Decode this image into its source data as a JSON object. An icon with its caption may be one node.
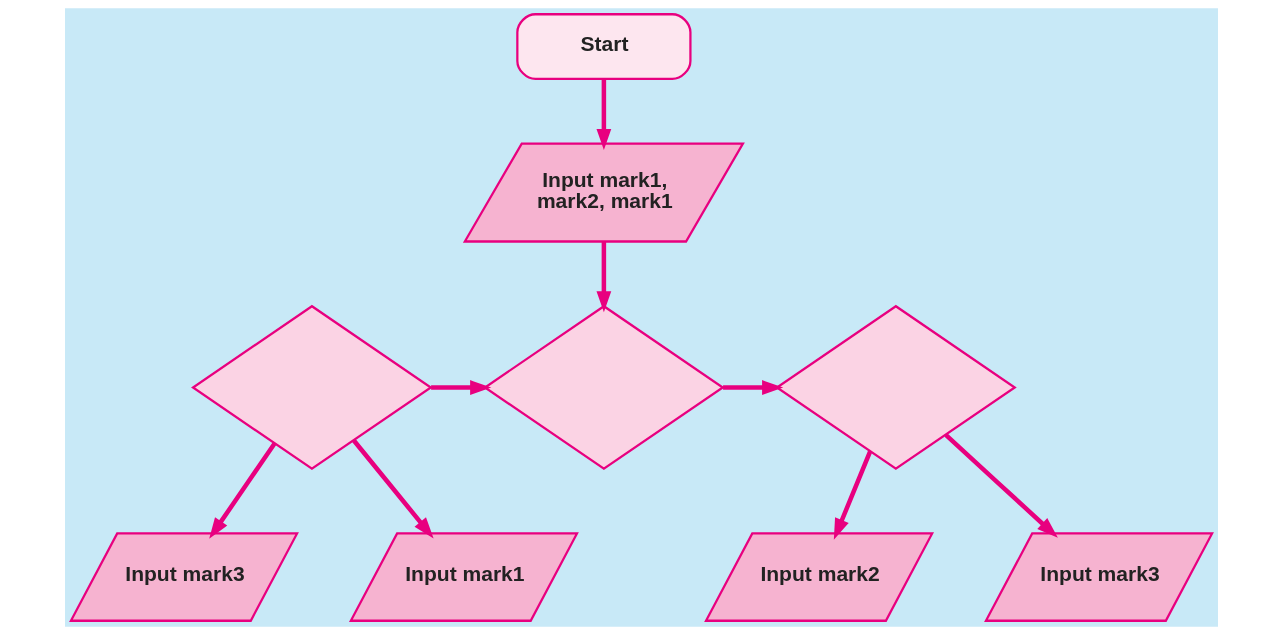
{
  "diagram": {
    "nodes": [
      {
        "text": [
          "Start"
        ]
      },
      {
        "text": [
          "Input mark1, mark2, mark1"
        ]
      },
      {
        "text": [],
        "shape": "diamond"
      },
      {
        "text": [],
        "shape": "diamond"
      },
      {
        "text": [],
        "shape": "diamond"
      },
      {
        "text": [
          "Input mark3"
        ]
      },
      {
        "text": [
          "Input mark1"
        ]
      },
      {
        "text": [
          "Input mark2"
        ]
      },
      {
        "text": [
          "Input mark3"
        ]
      }
    ],
    "edges": [
      {
        "from": 0,
        "to": 1,
        "arrow": "to"
      },
      {
        "from": 1,
        "to": 3,
        "arrow": "to"
      },
      {
        "from": 2,
        "to": 3,
        "arrow": "to"
      },
      {
        "from": 3,
        "to": 4,
        "arrow": "to"
      },
      {
        "from": 2,
        "to": 5,
        "arrow": "to"
      },
      {
        "from": 2,
        "to": 6,
        "arrow": "to"
      },
      {
        "from": 4,
        "to": 7,
        "arrow": "to"
      },
      {
        "from": 4,
        "to": 8,
        "arrow": "to"
      }
    ]
  }
}
